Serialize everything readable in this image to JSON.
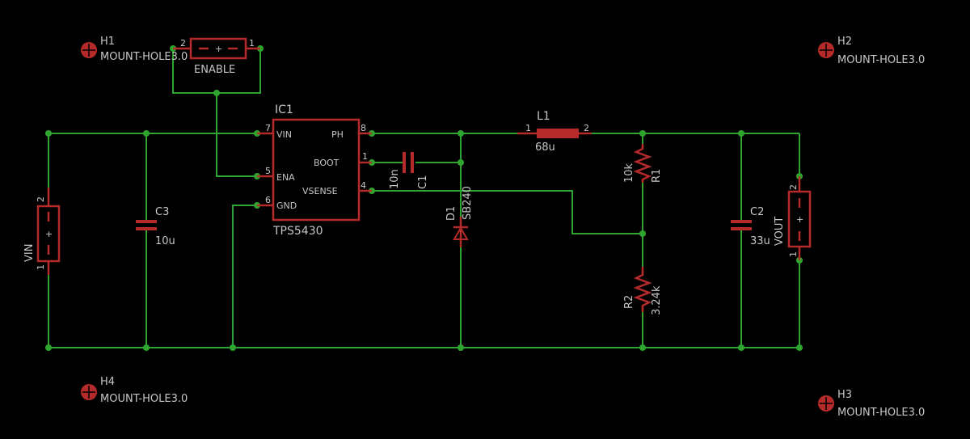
{
  "colors": {
    "background": "#000000",
    "wire": "#2fa52f",
    "part": "#b52a2a",
    "text": "#c6c6c6"
  },
  "mounting_holes": [
    {
      "name": "H1",
      "value": "MOUNT-HOLE3.0"
    },
    {
      "name": "H2",
      "value": "MOUNT-HOLE3.0"
    },
    {
      "name": "H3",
      "value": "MOUNT-HOLE3.0"
    },
    {
      "name": "H4",
      "value": "MOUNT-HOLE3.0"
    }
  ],
  "ic": {
    "name": "IC1",
    "value": "TPS5430",
    "pins": [
      {
        "name": "VIN",
        "number": "7"
      },
      {
        "name": "PH",
        "number": "8"
      },
      {
        "name": "BOOT",
        "number": "1"
      },
      {
        "name": "ENA",
        "number": "5"
      },
      {
        "name": "VSENSE",
        "number": "4"
      },
      {
        "name": "GND",
        "number": "6"
      }
    ]
  },
  "connectors": {
    "enable": {
      "value": "ENABLE",
      "pin_left": "2",
      "pin_right": "1",
      "plus": "+"
    },
    "vin": {
      "value": "VIN",
      "pin_top": "2",
      "pin_bottom": "1",
      "plus": "+"
    },
    "vout": {
      "value": "VOUT",
      "pin_top": "2",
      "pin_bottom": "1",
      "plus": "+"
    }
  },
  "capacitors": {
    "c1": {
      "name": "C1",
      "value": "10n"
    },
    "c2": {
      "name": "C2",
      "value": "33u"
    },
    "c3": {
      "name": "C3",
      "value": "10u"
    }
  },
  "inductor": {
    "name": "L1",
    "value": "68u",
    "pin_left": "1",
    "pin_right": "2"
  },
  "resistors": {
    "r1": {
      "name": "R1",
      "value": "10k"
    },
    "r2": {
      "name": "R2",
      "value": "3.24k"
    }
  },
  "diode": {
    "name": "D1",
    "value": "SB240"
  }
}
